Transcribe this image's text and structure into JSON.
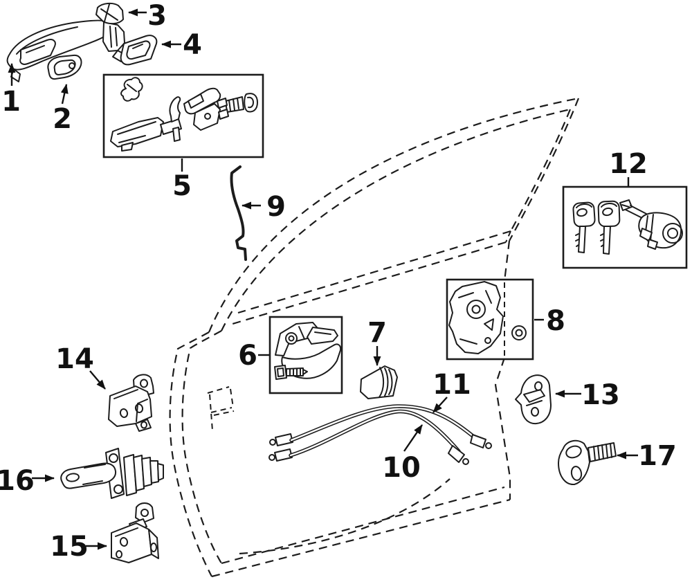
{
  "figure": {
    "background": "#ffffff",
    "line_color": "#1c1c1c",
    "callouts": [
      {
        "label": "1"
      },
      {
        "label": "2"
      },
      {
        "label": "3"
      },
      {
        "label": "4"
      },
      {
        "label": "5"
      },
      {
        "label": "6"
      },
      {
        "label": "7"
      },
      {
        "label": "8"
      },
      {
        "label": "9"
      },
      {
        "label": "10"
      },
      {
        "label": "11"
      },
      {
        "label": "12"
      },
      {
        "label": "13"
      },
      {
        "label": "14"
      },
      {
        "label": "15"
      },
      {
        "label": "16"
      },
      {
        "label": "17"
      }
    ]
  }
}
